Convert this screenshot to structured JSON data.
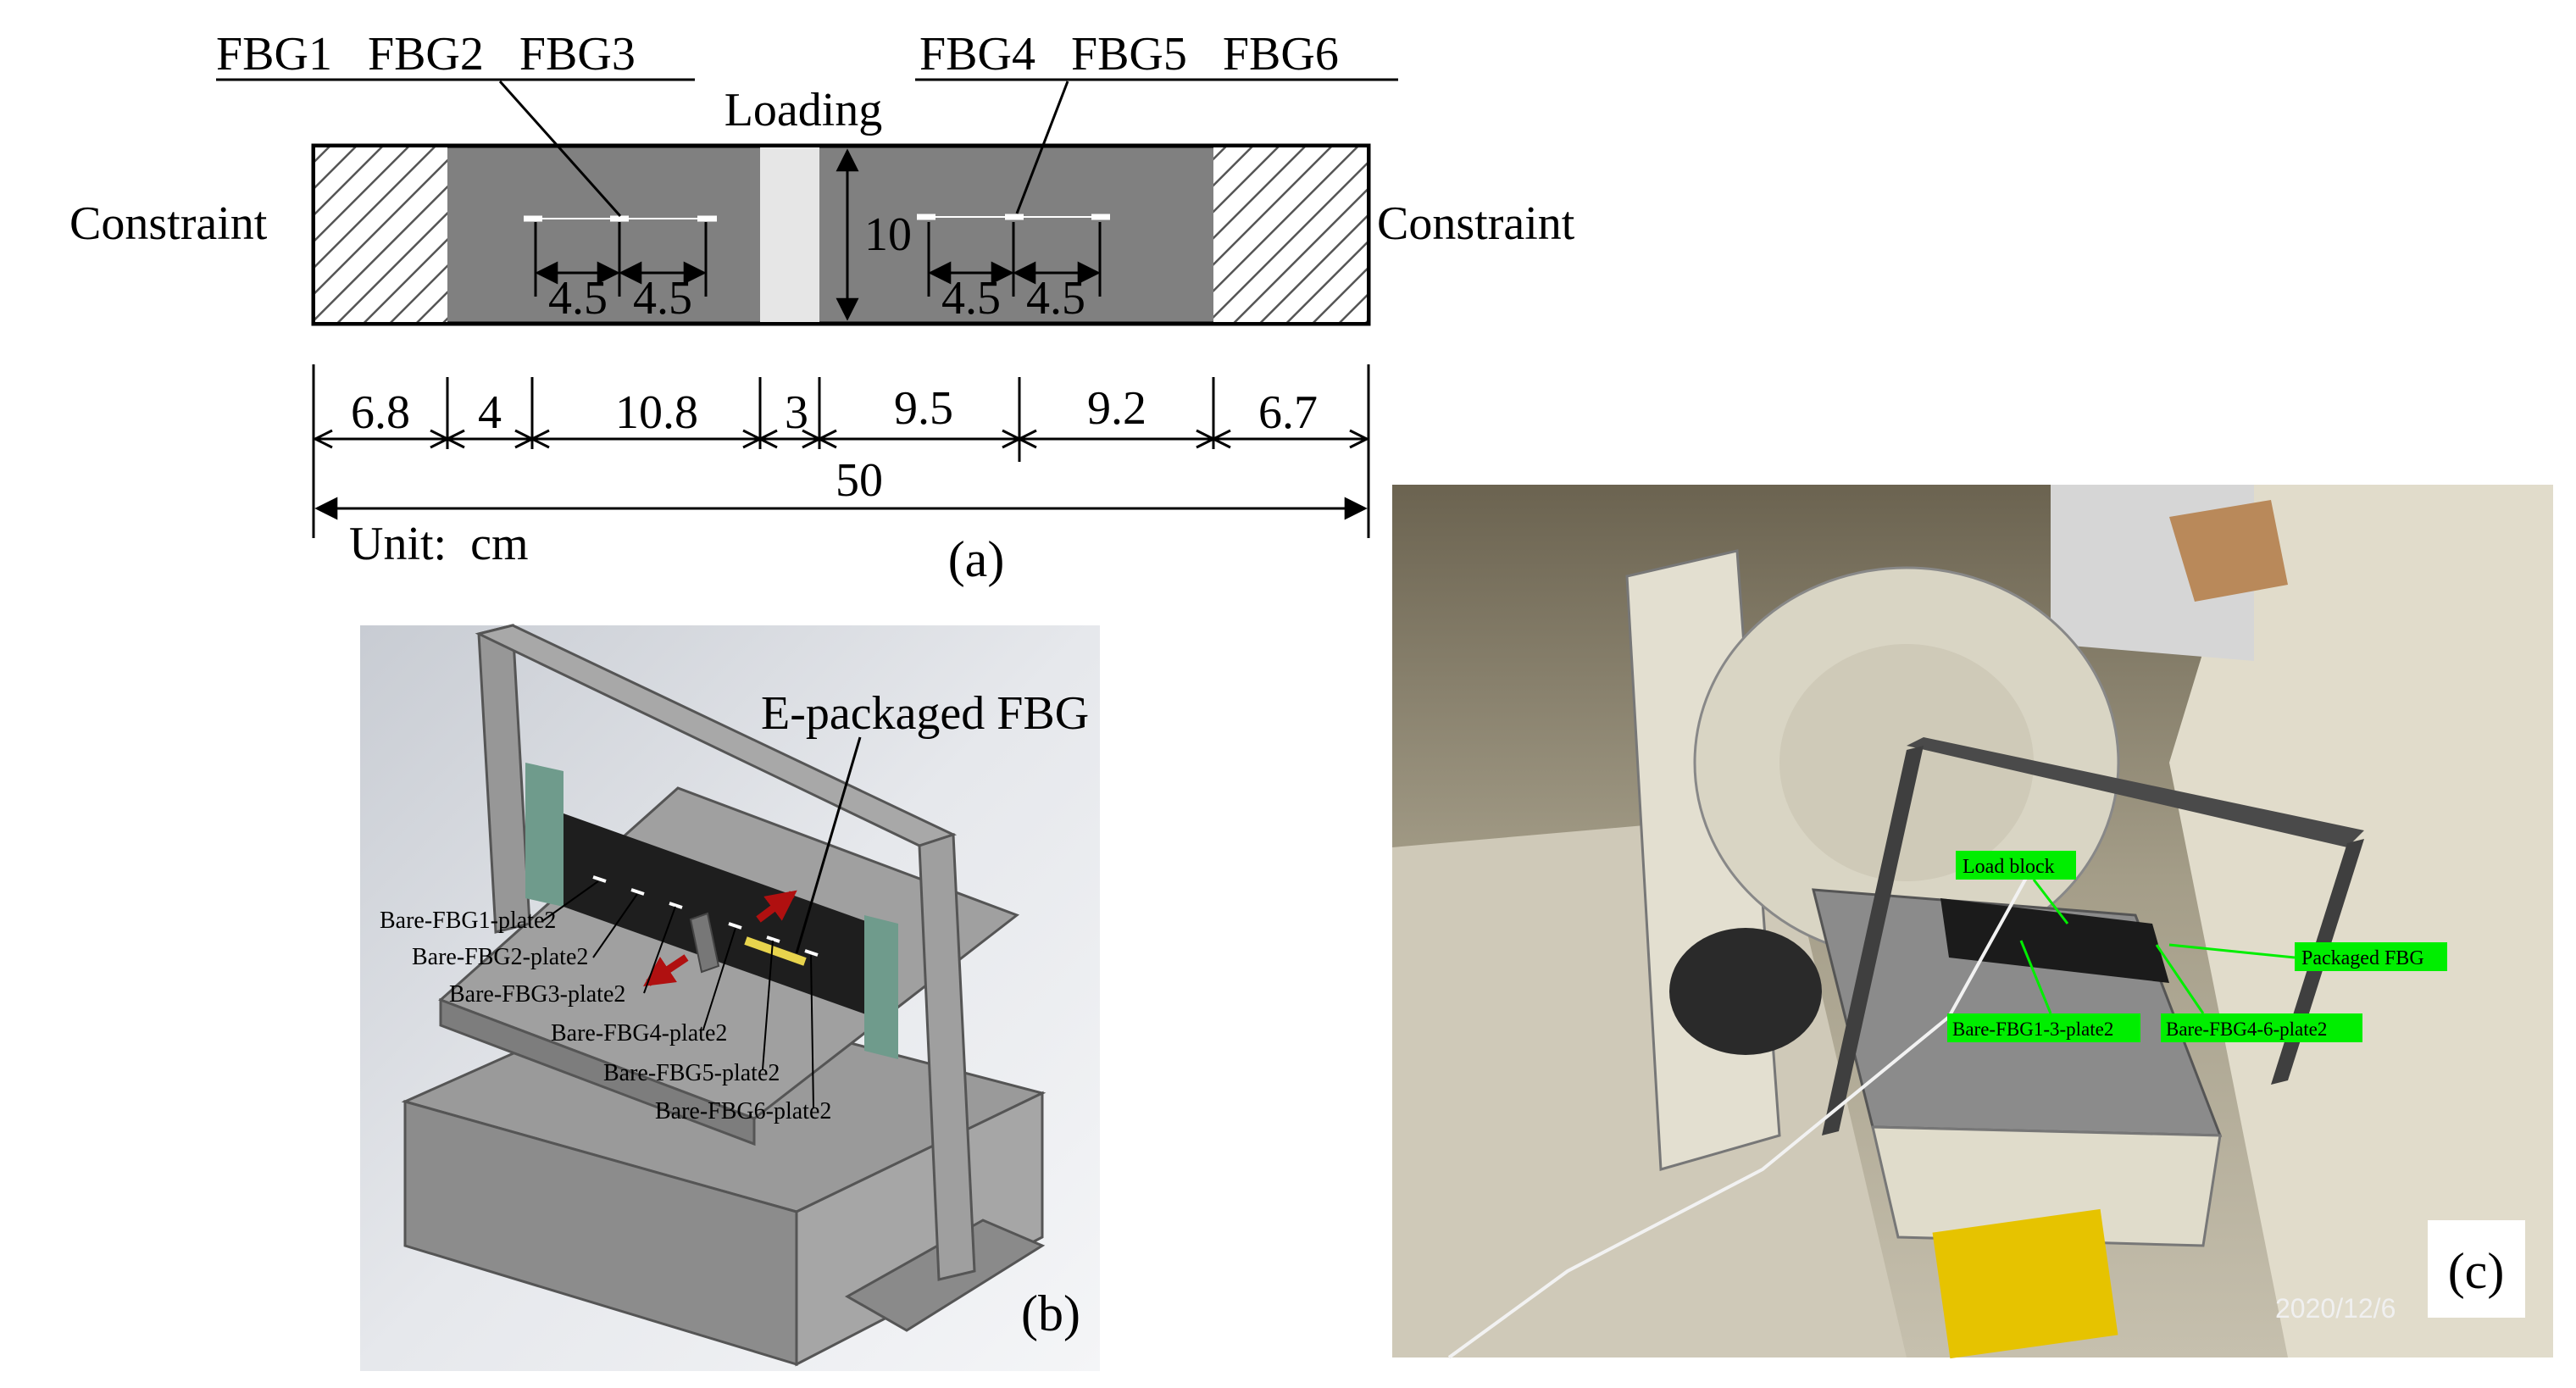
{
  "panel_a": {
    "fbg_group_left": "FBG1   FBG2   FBG3",
    "fbg_group_right": "FBG4   FBG5   FBG6",
    "loading": "Loading",
    "constraint_left": "Constraint",
    "constraint_right": "Constraint",
    "height": "10",
    "spacing_l1": "4.5",
    "spacing_l2": "4.5",
    "spacing_r1": "4.5",
    "spacing_r2": "4.5",
    "dims": [
      "6.8",
      "4",
      "10.8",
      "3",
      "9.5",
      "9.2",
      "6.7"
    ],
    "total": "50",
    "unit": "Unit:  cm",
    "caption": "(a)"
  },
  "panel_b": {
    "callout": "E-packaged FBG",
    "labels": [
      "Bare-FBG1-plate2",
      "Bare-FBG2-plate2",
      "Bare-FBG3-plate2",
      "Bare-FBG4-plate2",
      "Bare-FBG5-plate2",
      "Bare-FBG6-plate2"
    ],
    "caption": "(b)"
  },
  "panel_c": {
    "tags": {
      "load_block": "Load block",
      "packaged_fbg": "Packaged FBG",
      "bare_1_3": "Bare-FBG1-3-plate2",
      "bare_4_6": "Bare-FBG4-6-plate2"
    },
    "date_stamp": "2020/12/6",
    "caption": "(c)"
  },
  "colors": {
    "plate_gray": "#808080",
    "load_strip": "#e6e6e6",
    "tag_green": "#00ee00",
    "model_gray": "#9a9a9a",
    "arrow_red": "#b01010"
  }
}
